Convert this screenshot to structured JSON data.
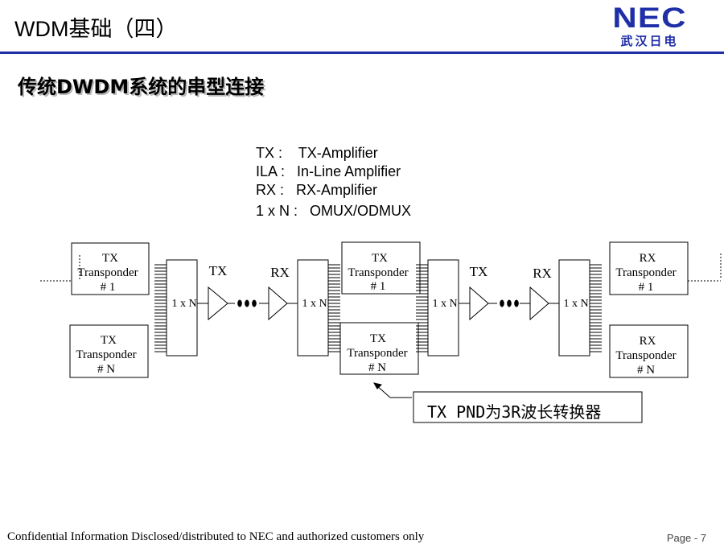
{
  "header": {
    "title": "WDM基础（四）",
    "brand_name": "NEC",
    "brand_sub": "武汉日电"
  },
  "slide_title": "传统DWDM系统的串型连接",
  "legend": [
    {
      "abbr": "TX :",
      "meaning": "TX-Amplifier"
    },
    {
      "abbr": "ILA :",
      "meaning": "In-Line Amplifier"
    },
    {
      "abbr": "RX :",
      "meaning": "RX-Amplifier"
    },
    {
      "abbr": "1 x N :",
      "meaning": "OMUX/ODMUX"
    }
  ],
  "diagram": {
    "transponder_word": "Transponder",
    "tx_label": "TX",
    "rx_label": "RX",
    "index_1": "# 1",
    "index_n": "# N",
    "mux_label": "1 x N",
    "callout": "TX  PND为3R波长转换器"
  },
  "footer": {
    "confidential": "Confidential Information  Disclosed/distributed to NEC and authorized customers only",
    "page": "Page - 7"
  },
  "colors": {
    "brand": "#1f2fa8",
    "line": "#000000"
  }
}
